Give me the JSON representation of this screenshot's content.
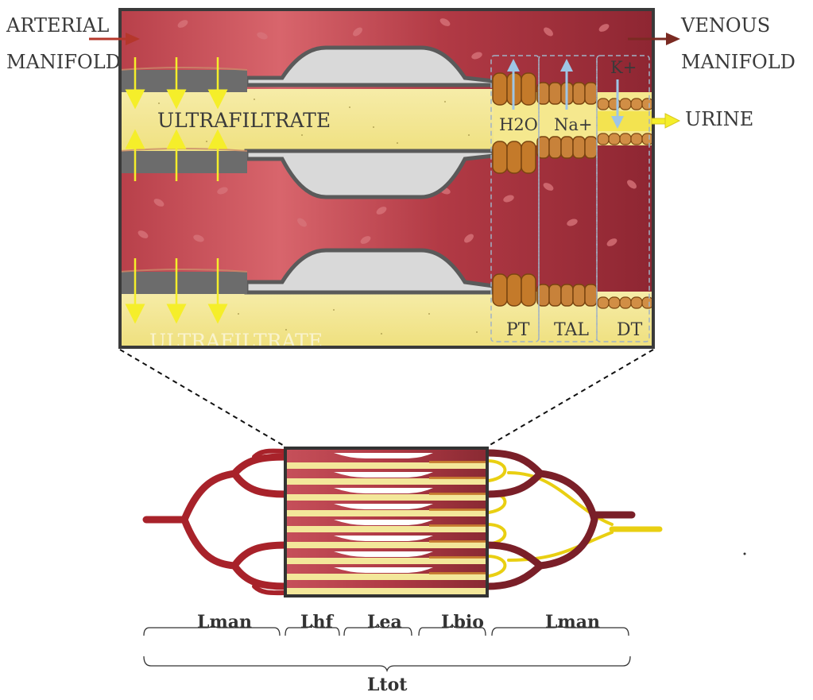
{
  "colors": {
    "blood": "#9b2a35",
    "blood_light": "#d5626a",
    "ultrafiltrate": "#f3e79a",
    "membrane": "#6a6a6a",
    "chamber": "#d9d9d9",
    "cells": "#c07a2c",
    "arrow_yellow": "#f5ee2a",
    "arrow_blue": "#9ec5e6",
    "arterial_arrow": "#b5372b",
    "venous_arrow": "#7a2a22",
    "urine_line": "#ecd00e"
  },
  "labels": {
    "arterial_line1": "ARTERIAL",
    "arterial_line2": "MANIFOLD",
    "venous_line1": "VENOUS",
    "venous_line2": "MANIFOLD",
    "ultrafiltrate_top": "ULTRAFILTRATE",
    "ultrafiltrate_bottom": "ULTRAFILTRATE",
    "urine": "URINE",
    "h2o": "H2O",
    "na": "Na+",
    "k": "K+",
    "pt": "PT",
    "tal": "TAL",
    "dt": "DT"
  },
  "dimensions": {
    "lman_left": "Lman",
    "lhf": "Lhf",
    "lea": "Lea",
    "lbio": "Lbio",
    "lman_right": "Lman",
    "ltot": "Ltot"
  }
}
